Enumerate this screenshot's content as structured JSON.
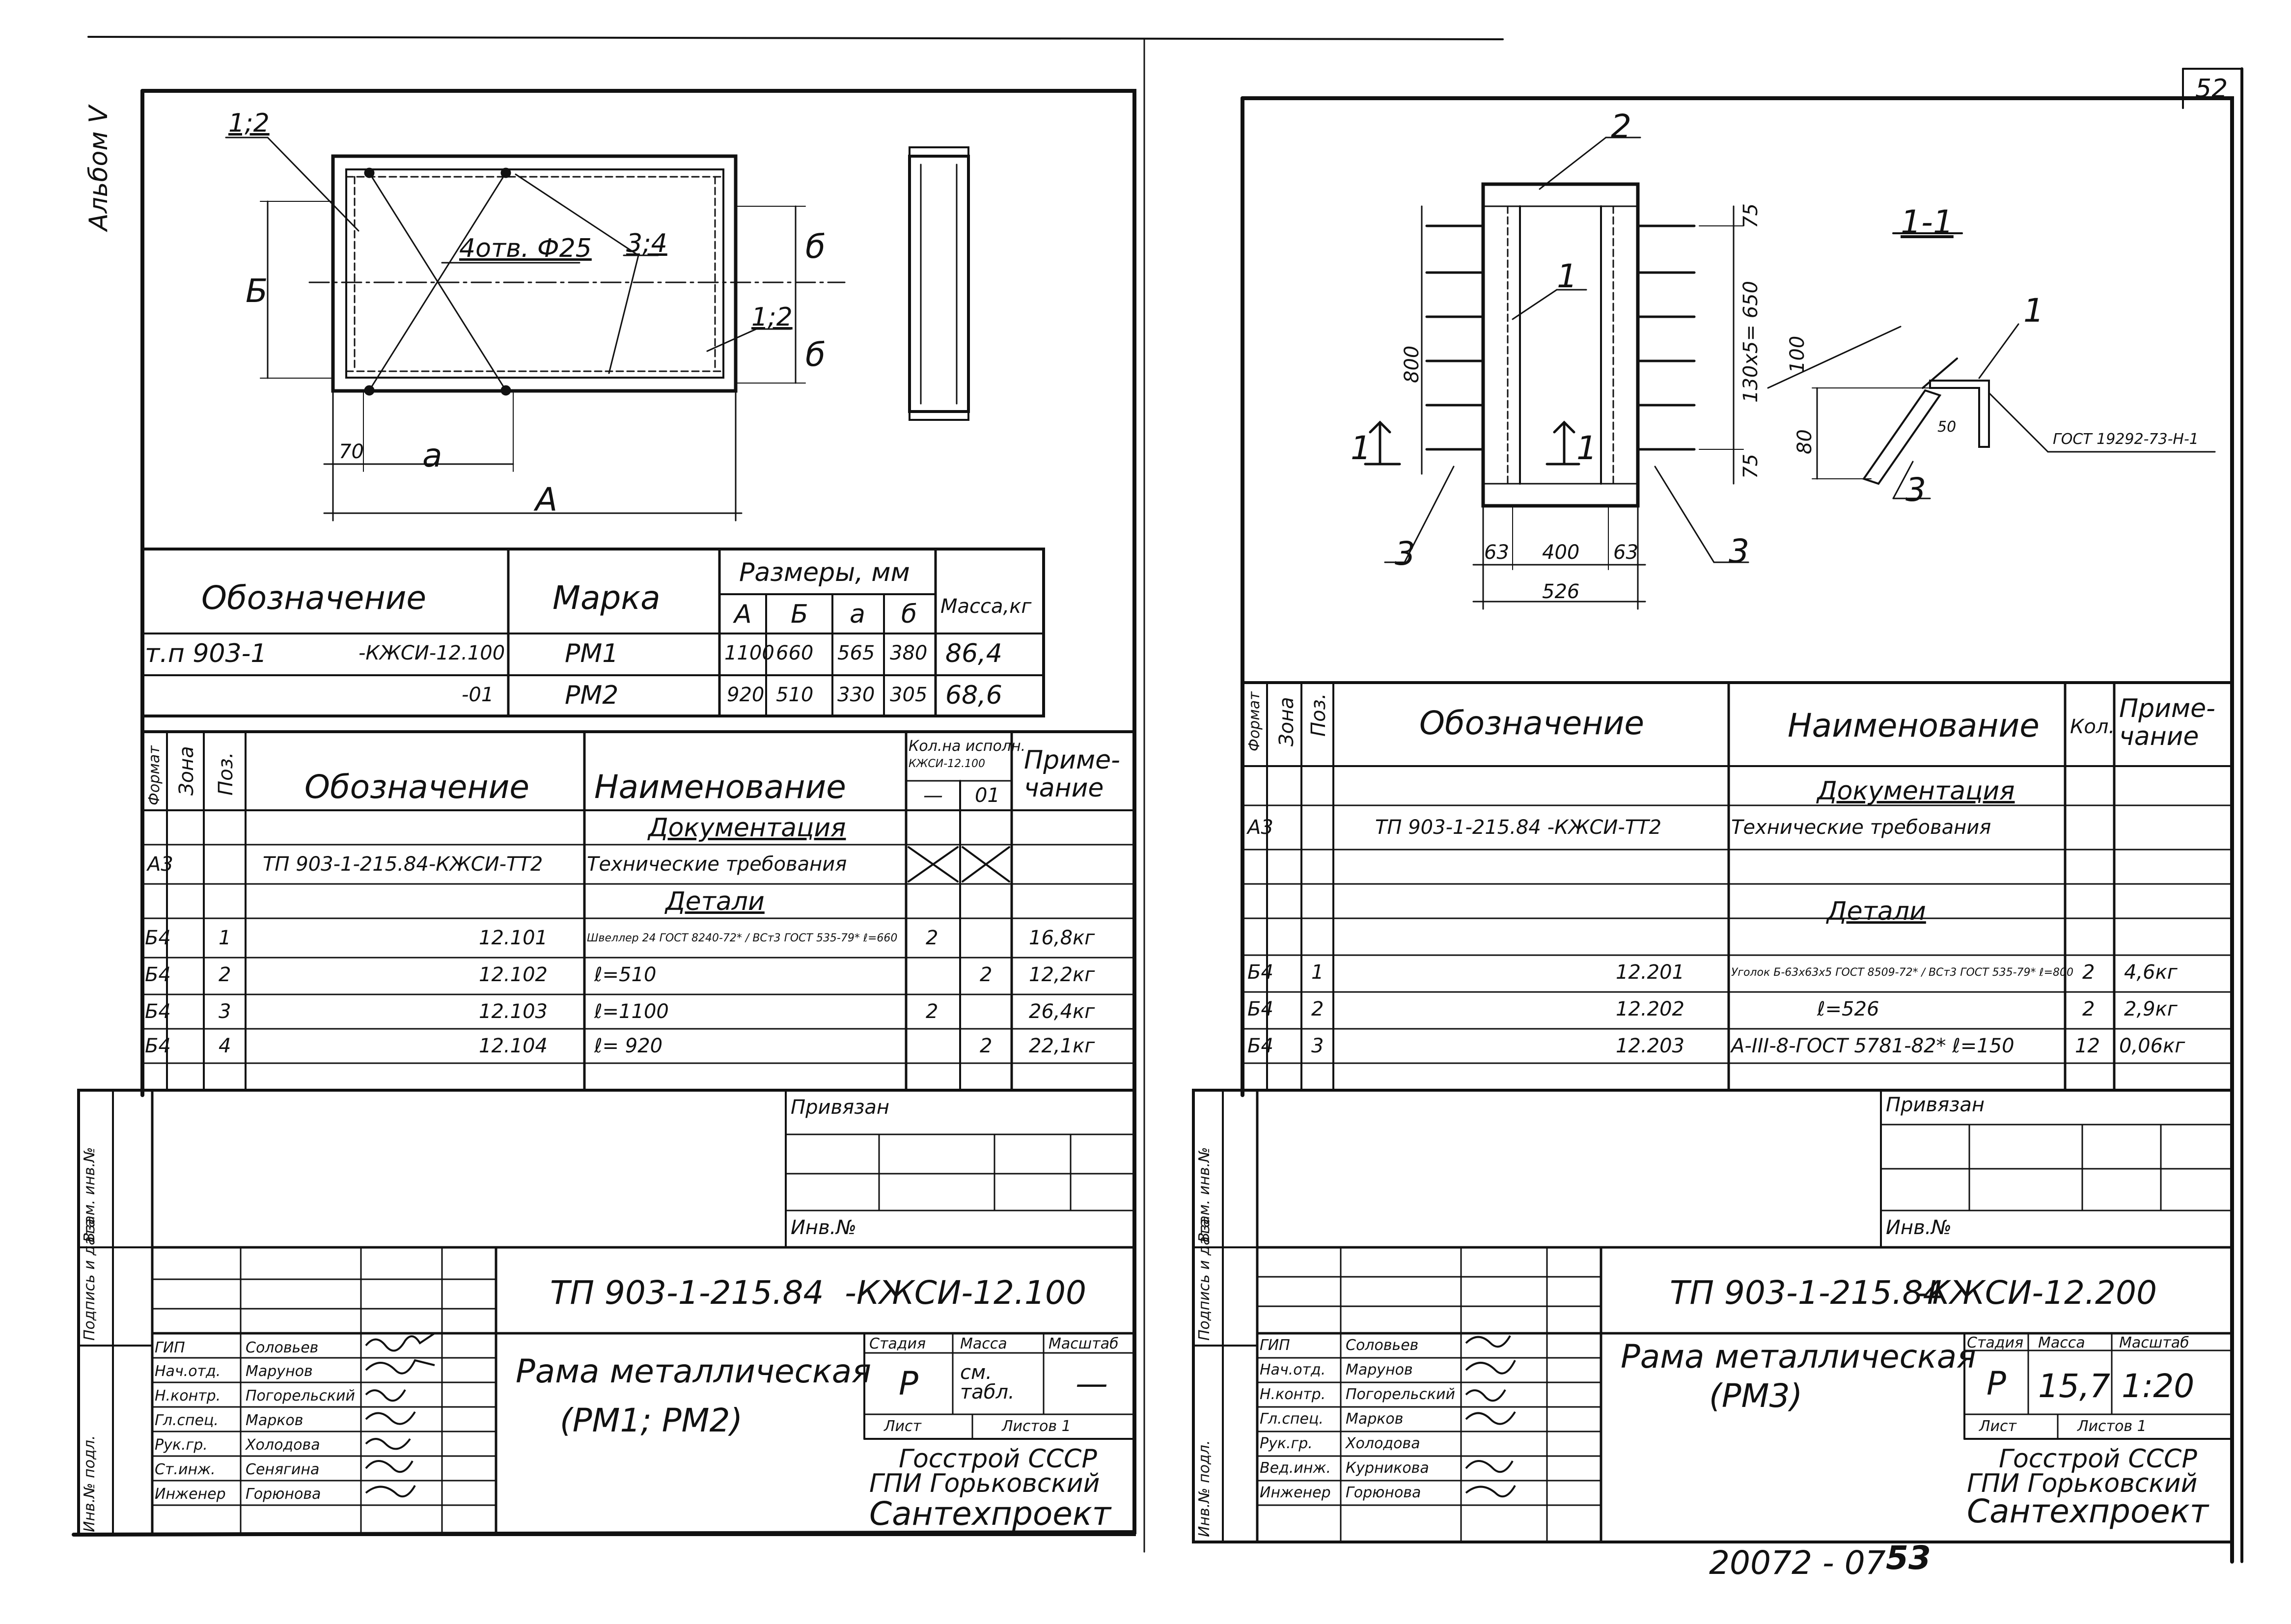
{
  "page": {
    "sheet_number": "52",
    "footer_code": "20072 - 07",
    "footer_page": "53",
    "album_label": "Альбом V"
  },
  "left": {
    "drawing": {
      "label_pos_top": "1;2",
      "label_holes": "4отв. Ф25",
      "label_pos_right": "3;4",
      "label_pos_mid": "1;2",
      "dim_b_left": "Б",
      "dim_b_right": "б",
      "dim_70": "70",
      "dim_a_small": "а",
      "dim_A": "А"
    },
    "size_table": {
      "header_designation": "Обозначение",
      "header_mark": "Марка",
      "header_sizes": "Размеры, мм",
      "header_A": "А",
      "header_b": "Б",
      "header_a": "а",
      "header_bb": "б",
      "header_mass": "Масса,кг",
      "rows": [
        {
          "designation": "т.п 903-1",
          "suffix": "-КЖСИ-12.100",
          "mark": "РМ1",
          "A": "1100",
          "B": "660",
          "a": "565",
          "b": "380",
          "mass": "86,4"
        },
        {
          "designation": "",
          "suffix": "-01",
          "mark": "РМ2",
          "A": "920",
          "B": "510",
          "a": "330",
          "b": "305",
          "mass": "68,6"
        }
      ]
    },
    "spec": {
      "col_format": "Формат",
      "col_zone": "Зона",
      "col_pos": "Поз.",
      "col_designation": "Обозначение",
      "col_name": "Наименование",
      "col_qty": "Кол.на исполн.",
      "col_qty_sub": "КЖСИ-12.100",
      "col_qty_a": "—",
      "col_qty_b": "01",
      "col_note": "Приме-чание",
      "section_docs": "Документация",
      "doc_row": {
        "format": "А3",
        "designation": "ТП 903-1-215.84-КЖСИ-ТТ2",
        "name": "Технические требования"
      },
      "section_parts": "Детали",
      "rows": [
        {
          "format": "Б4",
          "pos": "1",
          "designation": "12.101",
          "name": "Швеллер 24 ГОСТ 8240-72* / ВСт3 ГОСТ 535-79* ℓ=660",
          "q1": "2",
          "q2": "",
          "note": "16,8кг"
        },
        {
          "format": "Б4",
          "pos": "2",
          "designation": "12.102",
          "name": "ℓ=510",
          "q1": "",
          "q2": "2",
          "note": "12,2кг"
        },
        {
          "format": "Б4",
          "pos": "3",
          "designation": "12.103",
          "name": "ℓ=1100",
          "q1": "2",
          "q2": "",
          "note": "26,4кг"
        },
        {
          "format": "Б4",
          "pos": "4",
          "designation": "12.104",
          "name": "ℓ= 920",
          "q1": "",
          "q2": "2",
          "note": "22,1кг"
        }
      ]
    },
    "stamp": {
      "privyazan": "Привязан",
      "inv_no": "Инв.№",
      "side_labels": [
        "Инв.№ подл.",
        "Подпись и дата",
        "Взам. инв.№"
      ],
      "code": "ТП 903-1-215.84",
      "code_suffix": "-КЖСИ-12.100",
      "title_line1": "Рама металлическая",
      "title_line2": "(РМ1; РМ2)",
      "stage_label": "Стадия",
      "mass_label": "Масса",
      "scale_label": "Масштаб",
      "stage": "Р",
      "mass": "см. табл.",
      "scale": "—",
      "sheet_label": "Лист",
      "sheets_label": "Листов 1",
      "org_line1": "Госстрой СССР",
      "org_line2": "ГПИ Горьковский",
      "org_line3": "Сантехпроект",
      "people": [
        {
          "role": "ГИП",
          "name": "Соловьев"
        },
        {
          "role": "Нач.отд.",
          "name": "Марунов"
        },
        {
          "role": "Н.контр.",
          "name": "Погорельский"
        },
        {
          "role": "Гл.спец.",
          "name": "Марков"
        },
        {
          "role": "Рук.гр.",
          "name": "Холодова"
        },
        {
          "role": "Ст.инж.",
          "name": "Сенягина"
        },
        {
          "role": "Инженер",
          "name": "Горюнова"
        }
      ]
    }
  },
  "right": {
    "drawing": {
      "label_2": "2",
      "label_1": "1",
      "label_3a": "3",
      "label_3b": "3",
      "dim_800": "800",
      "dim_75_top": "75",
      "dim_130x5": "130х5= 650",
      "dim_75_bot": "75",
      "dim_63a": "63",
      "dim_400": "400",
      "dim_63b": "63",
      "dim_526": "526",
      "section_mark_left": "1",
      "section_mark_right": "1",
      "section_title": "1-1",
      "sec_100": "100",
      "sec_80": "80",
      "sec_50": "50",
      "sec_pos1": "1",
      "sec_pos3": "3",
      "sec_gost": "ГОСТ 19292-73-Н-1"
    },
    "spec": {
      "col_format": "Формат",
      "col_zone": "Зона",
      "col_pos": "Поз.",
      "col_designation": "Обозначение",
      "col_name": "Наименование",
      "col_qty": "Кол.",
      "col_note": "Приме-чание",
      "section_docs": "Документация",
      "doc_row": {
        "format": "А3",
        "designation": "ТП 903-1-215.84 -КЖСИ-ТТ2",
        "name": "Технические требования"
      },
      "section_parts": "Детали",
      "rows": [
        {
          "format": "Б4",
          "pos": "1",
          "designation": "12.201",
          "name": "Уголок Б-63х63х5 ГОСТ 8509-72* / ВСт3 ГОСТ 535-79* ℓ=800",
          "qty": "2",
          "note": "4,6кг"
        },
        {
          "format": "Б4",
          "pos": "2",
          "designation": "12.202",
          "name": "ℓ=526",
          "qty": "2",
          "note": "2,9кг"
        },
        {
          "format": "Б4",
          "pos": "3",
          "designation": "12.203",
          "name": "А-III-8-ГОСТ 5781-82* ℓ=150",
          "qty": "12",
          "note": "0,06кг"
        }
      ]
    },
    "stamp": {
      "privyazan": "Привязан",
      "inv_no": "Инв.№",
      "side_labels": [
        "Инв.№ подл.",
        "Подпись и дата",
        "Взам. инв.№"
      ],
      "code": "ТП 903-1-215.84",
      "code_suffix": "-КЖСИ-12.200",
      "title_line1": "Рама металлическая",
      "title_line2": "(РМ3)",
      "stage_label": "Стадия",
      "mass_label": "Масса",
      "scale_label": "Масштаб",
      "stage": "Р",
      "mass": "15,7",
      "scale": "1:20",
      "sheet_label": "Лист",
      "sheets_label": "Листов 1",
      "org_line1": "Госстрой СССР",
      "org_line2": "ГПИ Горьковский",
      "org_line3": "Сантехпроект",
      "people": [
        {
          "role": "ГИП",
          "name": "Соловьев"
        },
        {
          "role": "Нач.отд.",
          "name": "Марунов"
        },
        {
          "role": "Н.контр.",
          "name": "Погорельский"
        },
        {
          "role": "Гл.спец.",
          "name": "Марков"
        },
        {
          "role": "Рук.гр.",
          "name": "Холодова"
        },
        {
          "role": "Вед.инж.",
          "name": "Курникова"
        },
        {
          "role": "Инженер",
          "name": "Горюнова"
        }
      ]
    }
  }
}
